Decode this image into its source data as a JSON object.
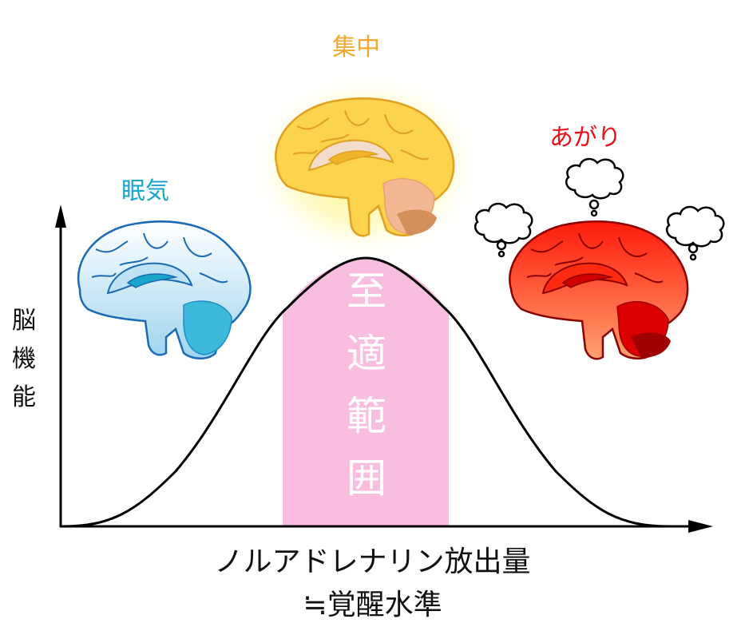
{
  "diagram": {
    "title": "Inverted-U relationship between noradrenaline release and brain function",
    "y_axis": {
      "label_chars": [
        "脳",
        "機",
        "能"
      ],
      "label": "脳機能"
    },
    "x_axis": {
      "line1": "ノルアドレナリン放出量",
      "line2": "≒覚醒水準"
    },
    "optimal_band": {
      "label_chars": [
        "至",
        "適",
        "範",
        "囲"
      ],
      "label": "至適範囲",
      "color": "#f9bde0"
    },
    "states": [
      {
        "id": "sleepy",
        "label": "眠気",
        "color": "#1aa6cc",
        "brain_fill": "#bfe3f5",
        "brain_stroke": "#1a6bb5"
      },
      {
        "id": "focus",
        "label": "集中",
        "color": "#f0a830",
        "brain_fill": "#fcd34d",
        "brain_stroke": "#e0a020",
        "glow": "#fff6a0"
      },
      {
        "id": "stage-fright",
        "label": "あがり",
        "color": "#e8101a",
        "brain_fill": "#ff3a1a",
        "brain_stroke": "#8b0000",
        "thought_bubbles": 3
      }
    ],
    "curve_color": "#000000"
  }
}
